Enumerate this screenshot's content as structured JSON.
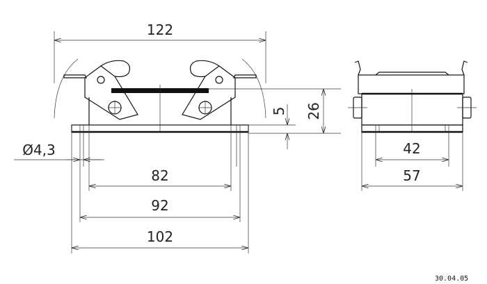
{
  "dimensions": {
    "overall_width": "122",
    "bolt_spacing_82": "82",
    "width_92": "92",
    "base_width": "102",
    "hole_diameter": "Ø4,3",
    "height_26": "26",
    "base_thickness": "5",
    "side_inner": "42",
    "side_outer": "57"
  },
  "date": "30.04.05"
}
